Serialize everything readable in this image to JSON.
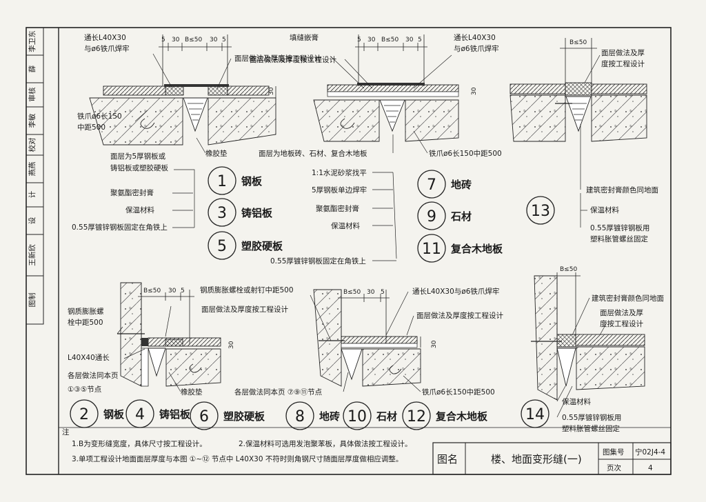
{
  "sidebar": {
    "cells": [
      "李卫东",
      "薛",
      "审核",
      "李敏",
      "校对",
      "燕燕",
      "计",
      "设",
      "王新欣",
      "图制"
    ]
  },
  "detail_top_left": {
    "label_strip": "通长L40X30",
    "label_strip2": "与ø6铁爪焊牢",
    "dims": [
      "5",
      "30",
      "B≤50",
      "30",
      "5"
    ],
    "label_finish": "面层做法及厚度按工程设计",
    "dim_30": "30",
    "label_claw": "铁爪ø6长150",
    "label_claw2": "中距500",
    "label_rubber": "橡胶垫",
    "label_plate": "面层为5厚钢板或",
    "label_plate2": "铸铝板或塑胶硬板",
    "label_sealant": "聚氨酯密封膏",
    "label_insul": "保温材料",
    "label_galv": "0.55厚镀锌钢板固定在角铁上"
  },
  "detail_top_mid": {
    "label_filler": "填缝嵌膏",
    "dims": [
      "5",
      "30",
      "B≤50",
      "30",
      "5"
    ],
    "label_strip": "通长L40X30",
    "label_strip2": "与ø6铁爪焊牢",
    "label_finish": "面层做法及厚度按工程设计",
    "dim_30": "30",
    "label_surface": "面层为地板砖、石材、复合木地板",
    "label_claw": "铁爪ø6长150中距500",
    "label_mortar": "1:1水泥砂浆找平",
    "label_steel": "5厚钢板单边焊牢",
    "label_sealant": "聚氨酯密封膏",
    "label_insul": "保温材料",
    "label_galv": "0.55厚镀锌钢板固定在角铁上"
  },
  "detail_top_right": {
    "dim_b": "B≤50",
    "label_finish": "面层做法及厚",
    "label_finish2": "度按工程设计",
    "label_sealant": "建筑密封膏颜色同地面",
    "label_insul": "保温材料",
    "label_galv": "0.55厚镀锌钢板用",
    "label_galv2": "塑料胀管螺丝固定"
  },
  "detail_bottom_left": {
    "dims": [
      "B≤50",
      "30",
      "5"
    ],
    "label_bolt": "钢质膨胀螺",
    "label_bolt2": "栓中距500",
    "label_finish": "面层做法及厚度按工程设计",
    "label_bolt_top": "钢质膨胀螺栓或射钉中距500",
    "dim_30": "30",
    "label_angle": "L40X40通长",
    "label_layers": "各层做法同本页",
    "label_nodes": "①③⑤节点",
    "label_rubber": "橡胶垫"
  },
  "detail_bottom_mid": {
    "dims": [
      "B≤50",
      "30",
      "5"
    ],
    "label_strip": "通长L40X30与ø6铁爪焊牢",
    "label_finish": "面层做法及厚度按工程设计",
    "dim_30": "30",
    "label_layers": "各层做法同本页 ⑦⑨⑪节点",
    "label_claw": "铁爪ø6长150中距500"
  },
  "detail_bottom_right": {
    "dim_b": "B≤50",
    "label_sealant": "建筑密封膏颜色同地面",
    "label_finish": "面层做法及厚",
    "label_finish2": "度按工程设计",
    "label_insul": "保温材料",
    "label_galv": "0.55厚镀锌钢板用",
    "label_galv2": "塑料胀管螺丝固定"
  },
  "nodes_top": [
    {
      "num": "1",
      "name": "钢板"
    },
    {
      "num": "3",
      "name": "铸铝板"
    },
    {
      "num": "5",
      "name": "塑胶硬板"
    },
    {
      "num": "7",
      "name": "地砖"
    },
    {
      "num": "9",
      "name": "石材"
    },
    {
      "num": "11",
      "name": "复合木地板"
    },
    {
      "num": "13",
      "name": ""
    }
  ],
  "nodes_bottom": [
    {
      "num": "2",
      "name": "钢板"
    },
    {
      "num": "4",
      "name": "铸铝板"
    },
    {
      "num": "6",
      "name": "塑胶硬板"
    },
    {
      "num": "8",
      "name": "地砖"
    },
    {
      "num": "10",
      "name": "石材"
    },
    {
      "num": "12",
      "name": "复合木地板"
    },
    {
      "num": "14",
      "name": ""
    }
  ],
  "notes": {
    "heading": "注",
    "n1": "1.B为变形缝宽度，具体尺寸按工程设计。",
    "n2": "2.保温材料可选用发泡聚苯板，具体做法按工程设计。",
    "n3": "3.单项工程设计地面面层厚度与本图 ①~⑫ 节点中 L40X30 不符时则角钢尺寸随面层厚度做相应调整。"
  },
  "title_block": {
    "drawing_name_label": "图名",
    "drawing_name": "楼、地面变形缝(一)",
    "atlas_label": "图集号",
    "atlas_no": "宁02J4-4",
    "page_label": "页次",
    "page_no": "4"
  }
}
